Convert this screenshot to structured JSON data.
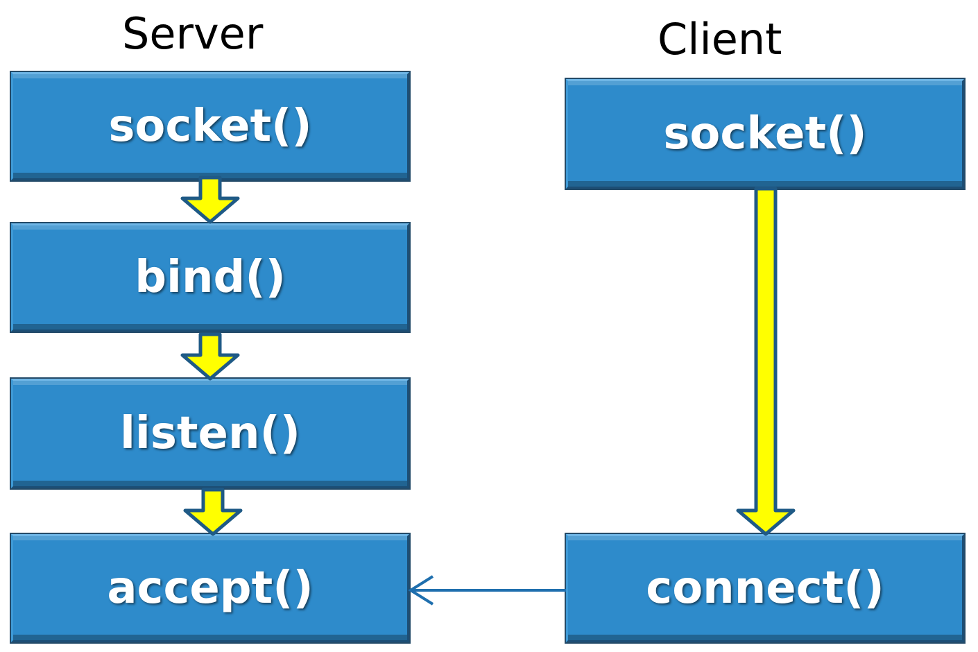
{
  "server": {
    "title": "Server",
    "steps": [
      "socket()",
      "bind()",
      "listen()",
      "accept()"
    ]
  },
  "client": {
    "title": "Client",
    "steps": [
      "socket()",
      "connect()"
    ]
  },
  "colors": {
    "box_fill": "#2e8bcb",
    "box_border": "#1c4e75",
    "arrow_fill": "#ffff00",
    "arrow_outline": "#1f5a86",
    "message_arrow": "#1f6fae"
  }
}
